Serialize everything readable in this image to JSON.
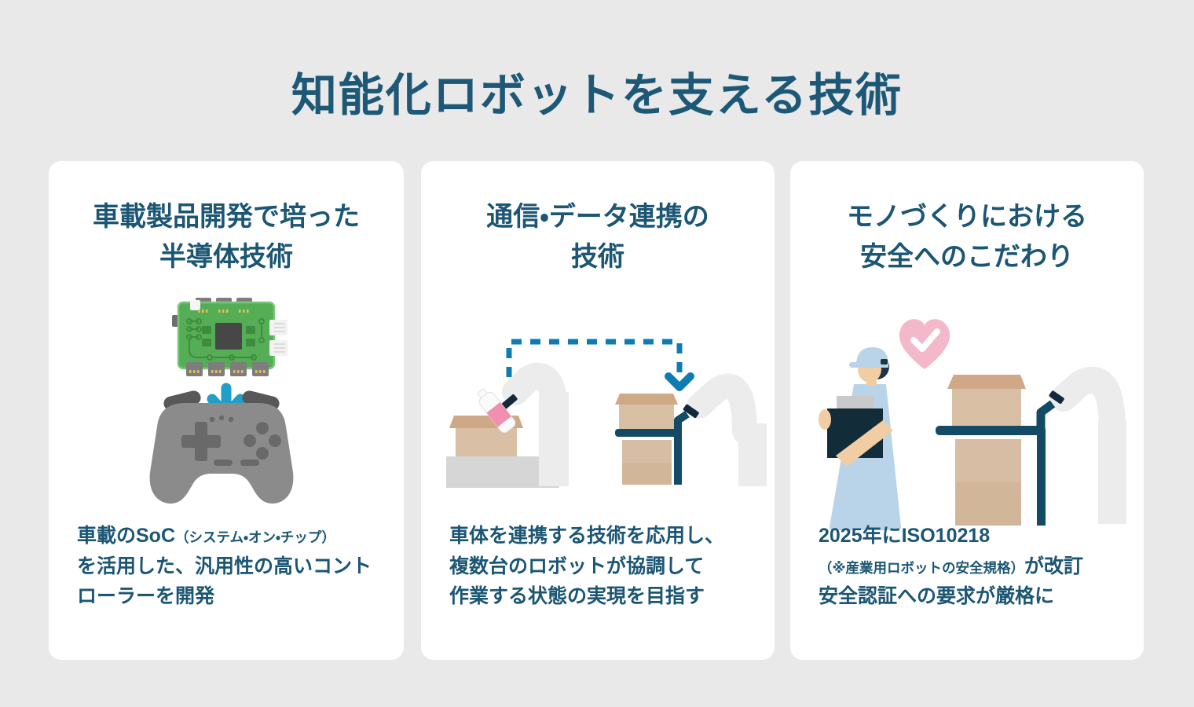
{
  "page_title": "知能化ロボットを支える技術",
  "colors": {
    "background": "#e9e9e9",
    "card_background": "#ffffff",
    "text_dark_teal": "#1b5674",
    "accent_arrow_teal": "#219fc7",
    "dashed_link_blue": "#0e7cb0",
    "cart_navy": "#134b66",
    "heart_pink": "#f3b9cb",
    "board_green": "#55ae55",
    "cardboard_tan": "#d9bfa3",
    "robot_arm_gray": "#ececec"
  },
  "cards": [
    {
      "id": "semiconductor",
      "title_line1": "車載製品開発で培った",
      "title_line2": "半導体技術",
      "illustration": "circuit-board-arrow-game-controller",
      "body": {
        "line1_main": "車載のSoC",
        "line1_note": "（システム・オン・チップ）",
        "line2": "を活用した、汎用性の高いコント",
        "line3": "ローラーを開発"
      }
    },
    {
      "id": "communication",
      "title_line1": "通信・データ連携の",
      "title_line2": "技術",
      "illustration": "two-robot-arms-with-dashed-data-link",
      "body": {
        "line1": "車体を連携する技術を応用し、",
        "line2": "複数台のロボットが協調して",
        "line3": "作業する状態の実現を目指す"
      }
    },
    {
      "id": "safety",
      "title_line1": "モノづくりにおける",
      "title_line2": "安全へのこだわり",
      "illustration": "worker-heart-check-robot-arm",
      "body": {
        "line1": "2025年にISO10218",
        "line2_note": "（※産業用ロボットの安全規格）",
        "line2_main": "が改訂",
        "line3": "安全認証への要求が厳格に"
      }
    }
  ]
}
